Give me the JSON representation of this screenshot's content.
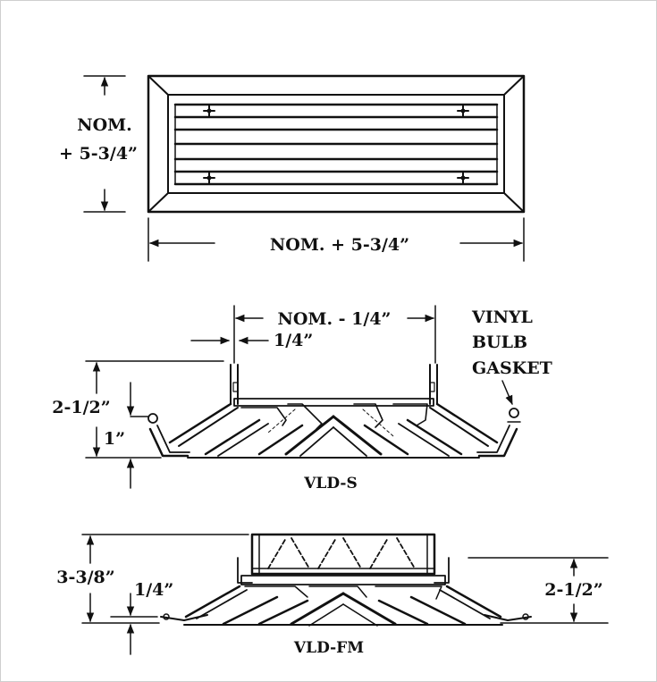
{
  "colors": {
    "ink": "#111111",
    "paper": "#ffffff",
    "border": "#cfcfcf"
  },
  "face_view": {
    "height_label_line1": "NOM.",
    "height_label_line2": "+ 5-3/4”",
    "width_label": "NOM. + 5-3/4”"
  },
  "vld_s": {
    "top_label": "NOM. - 1/4”",
    "inset_label": "1/4”",
    "gasket_line1": "VINYL",
    "gasket_line2": "BULB",
    "gasket_line3": "GASKET",
    "height_outer_label": "2-1/2”",
    "height_inner_label": "1”",
    "caption": "VLD-S"
  },
  "vld_fm": {
    "height_outer_label": "3-3/8”",
    "flange_label": "1/4”",
    "height_right_label": "2-1/2”",
    "caption": "VLD-FM"
  }
}
